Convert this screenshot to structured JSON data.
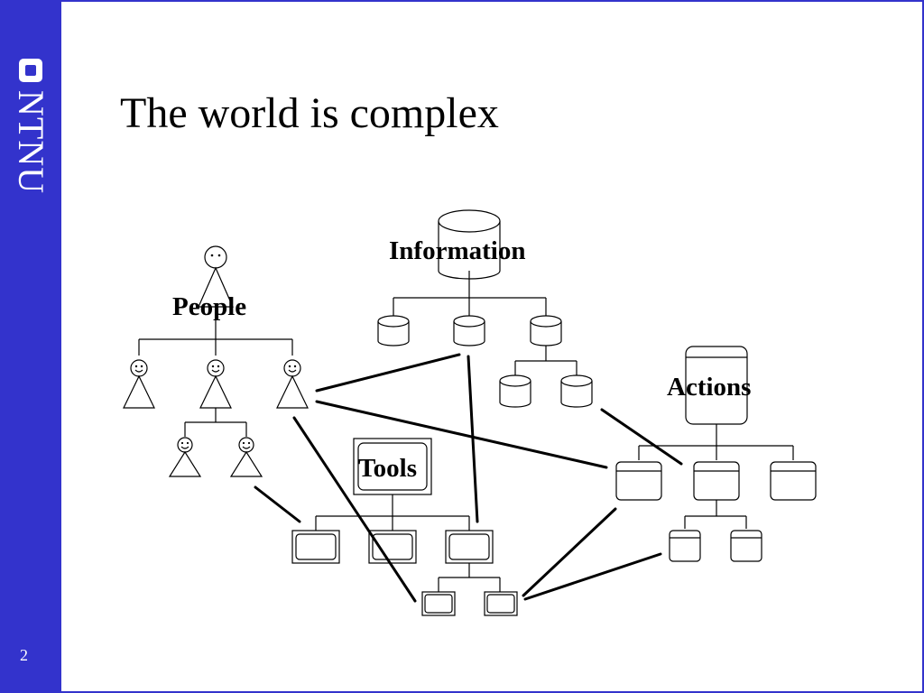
{
  "sidebar": {
    "logo_text": "NTNU",
    "page_number": "2",
    "color": "#3333cc"
  },
  "slide": {
    "title": "The world is complex"
  },
  "diagram": {
    "labels": {
      "people": "People",
      "information": "Information",
      "actions": "Actions",
      "tools": "Tools"
    }
  }
}
